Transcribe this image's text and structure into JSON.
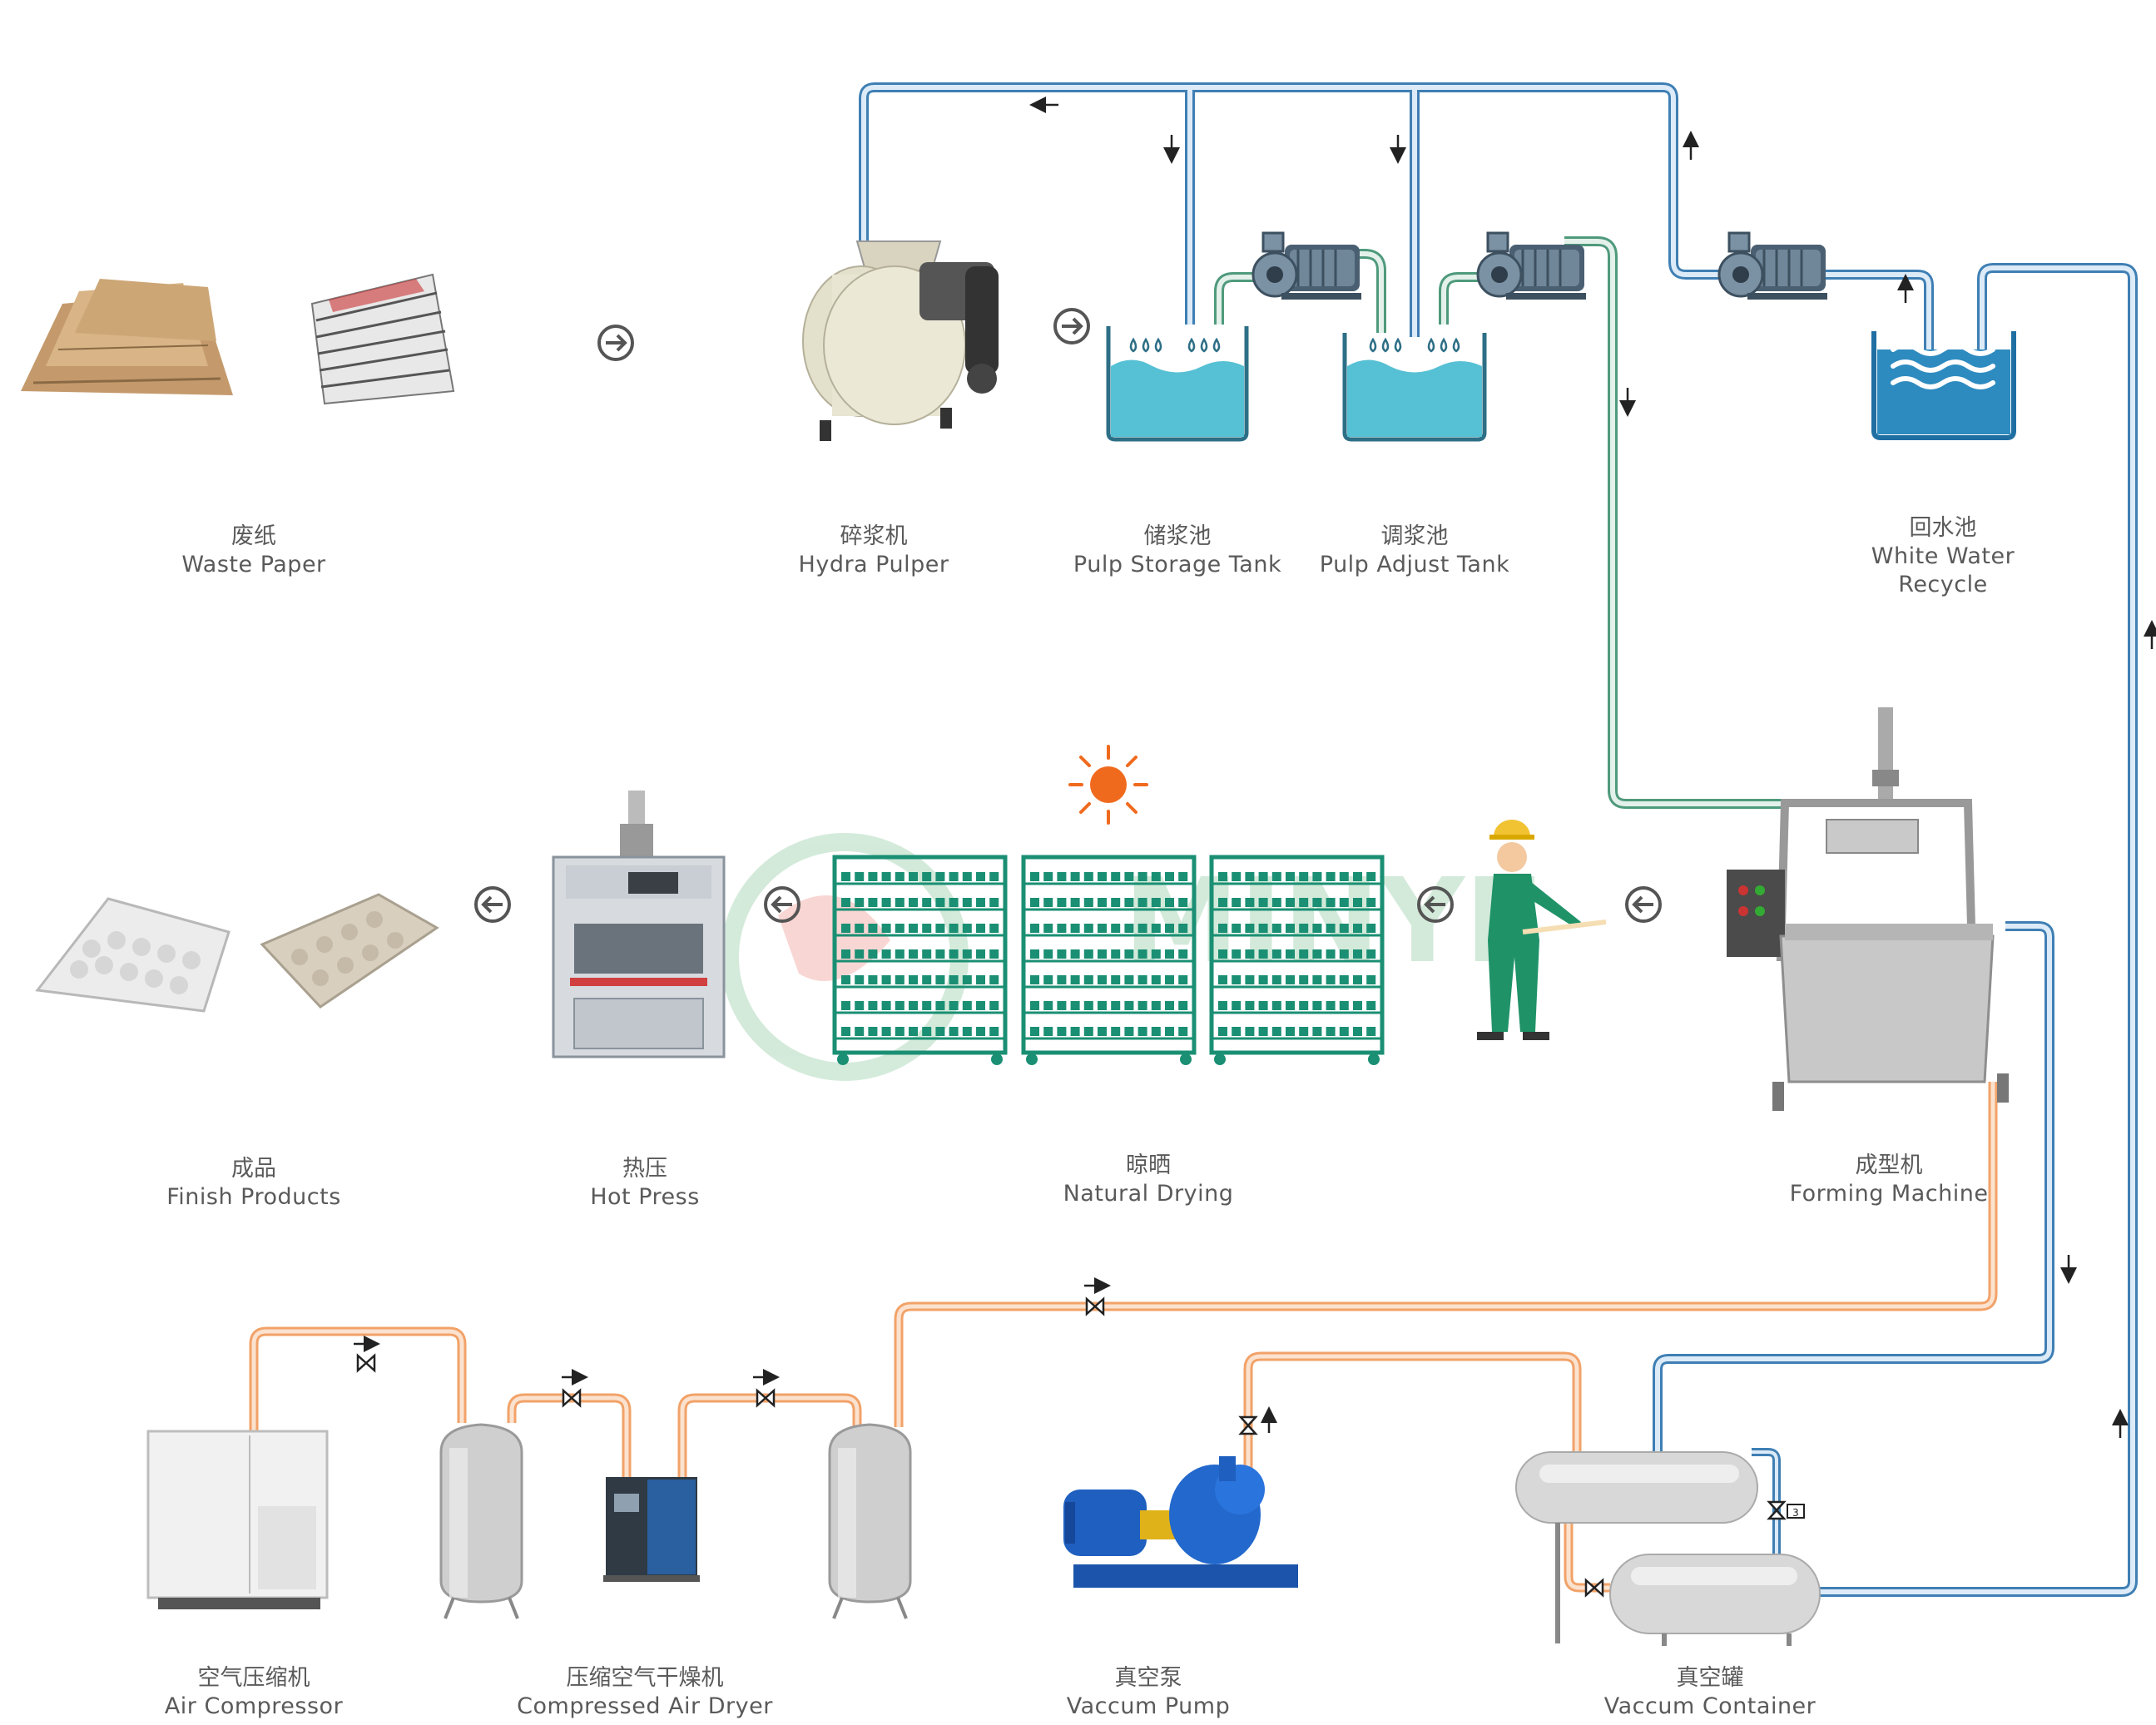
{
  "colors": {
    "water_pipe_outer": "#3f7fb4",
    "water_pipe_inner": "#dcebf7",
    "pulp_pipe_outer": "#4f9a7c",
    "pulp_pipe_inner": "#e3f1ea",
    "air_pipe_outer": "#f2a268",
    "air_pipe_inner": "#fbe2cf",
    "tank_fill": "#56c0d4",
    "recycle_fill": "#2e8bc0",
    "rack": "#1a8f73",
    "sun": "#f06a1e",
    "label_text": "#5a5a5a"
  },
  "stations": {
    "waste_paper": {
      "cn": "废纸",
      "en": "Waste Paper"
    },
    "hydra_pulper": {
      "cn": "碎浆机",
      "en": "Hydra Pulper"
    },
    "pulp_storage_tank": {
      "cn": "储浆池",
      "en": "Pulp Storage Tank"
    },
    "pulp_adjust_tank": {
      "cn": "调浆池",
      "en": "Pulp Adjust Tank"
    },
    "white_water_recycle": {
      "cn": "回水池",
      "en_line1": "White Water",
      "en_line2": "Recycle"
    },
    "finish_products": {
      "cn": "成品",
      "en": "Finish Products"
    },
    "hot_press": {
      "cn": "热压",
      "en": "Hot Press"
    },
    "natural_drying": {
      "cn": "晾晒",
      "en": "Natural Drying"
    },
    "forming_machine": {
      "cn": "成型机",
      "en": "Forming Machine"
    },
    "air_compressor": {
      "cn": "空气压缩机",
      "en": "Air Compressor"
    },
    "compressed_air_dryer": {
      "cn": "压缩空气干燥机",
      "en": "Compressed Air Dryer"
    },
    "vaccum_pump": {
      "cn": "真空泵",
      "en": "Vaccum Pump"
    },
    "vaccum_container": {
      "cn": "真空罐",
      "en": "Vaccum Container"
    }
  },
  "gauge_mark": "3",
  "icons": [
    "arrow-right-circle-icon",
    "arrow-left-circle-icon",
    "pump-icon",
    "valve-icon",
    "sun-icon",
    "worker-icon",
    "drip-icon",
    "wave-icon"
  ]
}
